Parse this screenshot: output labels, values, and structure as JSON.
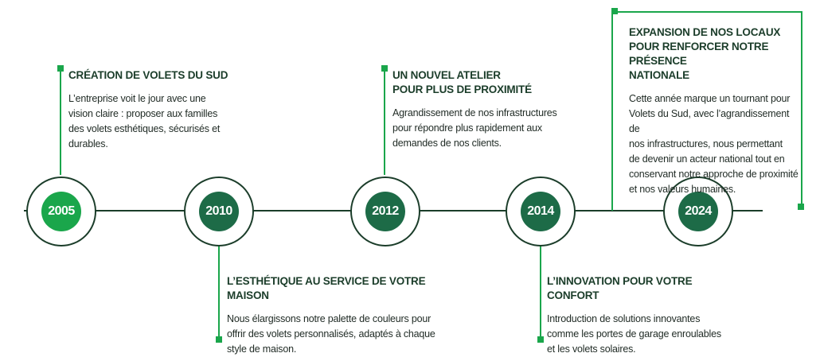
{
  "timeline": [
    {
      "year": "2005",
      "title": "CRÉATION DE VOLETS DU SUD",
      "body": "L’entreprise voit le jour avec une vision claire : proposer aux familles des volets esthétiques, sécurisés et durables.",
      "title_lines": [
        "CRÉATION DE VOLETS DU SUD"
      ],
      "body_lines": [
        "L’entreprise voit le jour avec une",
        "vision claire : proposer aux familles",
        "des volets esthétiques, sécurisés et",
        "durables."
      ]
    },
    {
      "year": "2010",
      "title_lines": [
        "L’ESTHÉTIQUE AU SERVICE DE VOTRE MAISON"
      ],
      "body_lines": [
        "Nous élargissons notre palette de couleurs pour",
        "offrir des volets personnalisés, adaptés à chaque",
        "style de maison."
      ]
    },
    {
      "year": "2012",
      "title_lines": [
        "UN NOUVEL ATELIER",
        "POUR PLUS DE PROXIMITÉ"
      ],
      "body_lines": [
        "Agrandissement de nos infrastructures",
        "pour répondre plus rapidement aux",
        "demandes de nos clients."
      ]
    },
    {
      "year": "2014",
      "title_lines": [
        "L’INNOVATION POUR VOTRE CONFORT"
      ],
      "body_lines": [
        "Introduction de solutions innovantes",
        "comme les portes de garage enroulables",
        "et les volets solaires."
      ]
    },
    {
      "year": "2024",
      "title_lines": [
        "EXPANSION DE NOS LOCAUX",
        "POUR RENFORCER NOTRE PRÉSENCE",
        "NATIONALE"
      ],
      "body_lines": [
        "Cette année marque un tournant pour",
        "Volets du Sud, avec l’agrandissement de",
        "nos infrastructures, nous permettant",
        "de devenir un acteur national tout en",
        "conservant notre approche de proximité",
        "et nos valeurs humaines."
      ]
    }
  ],
  "colors": {
    "dark_green": "#1b3d2a",
    "mid_green": "#1d6b47",
    "bright_green": "#1aa64b"
  }
}
